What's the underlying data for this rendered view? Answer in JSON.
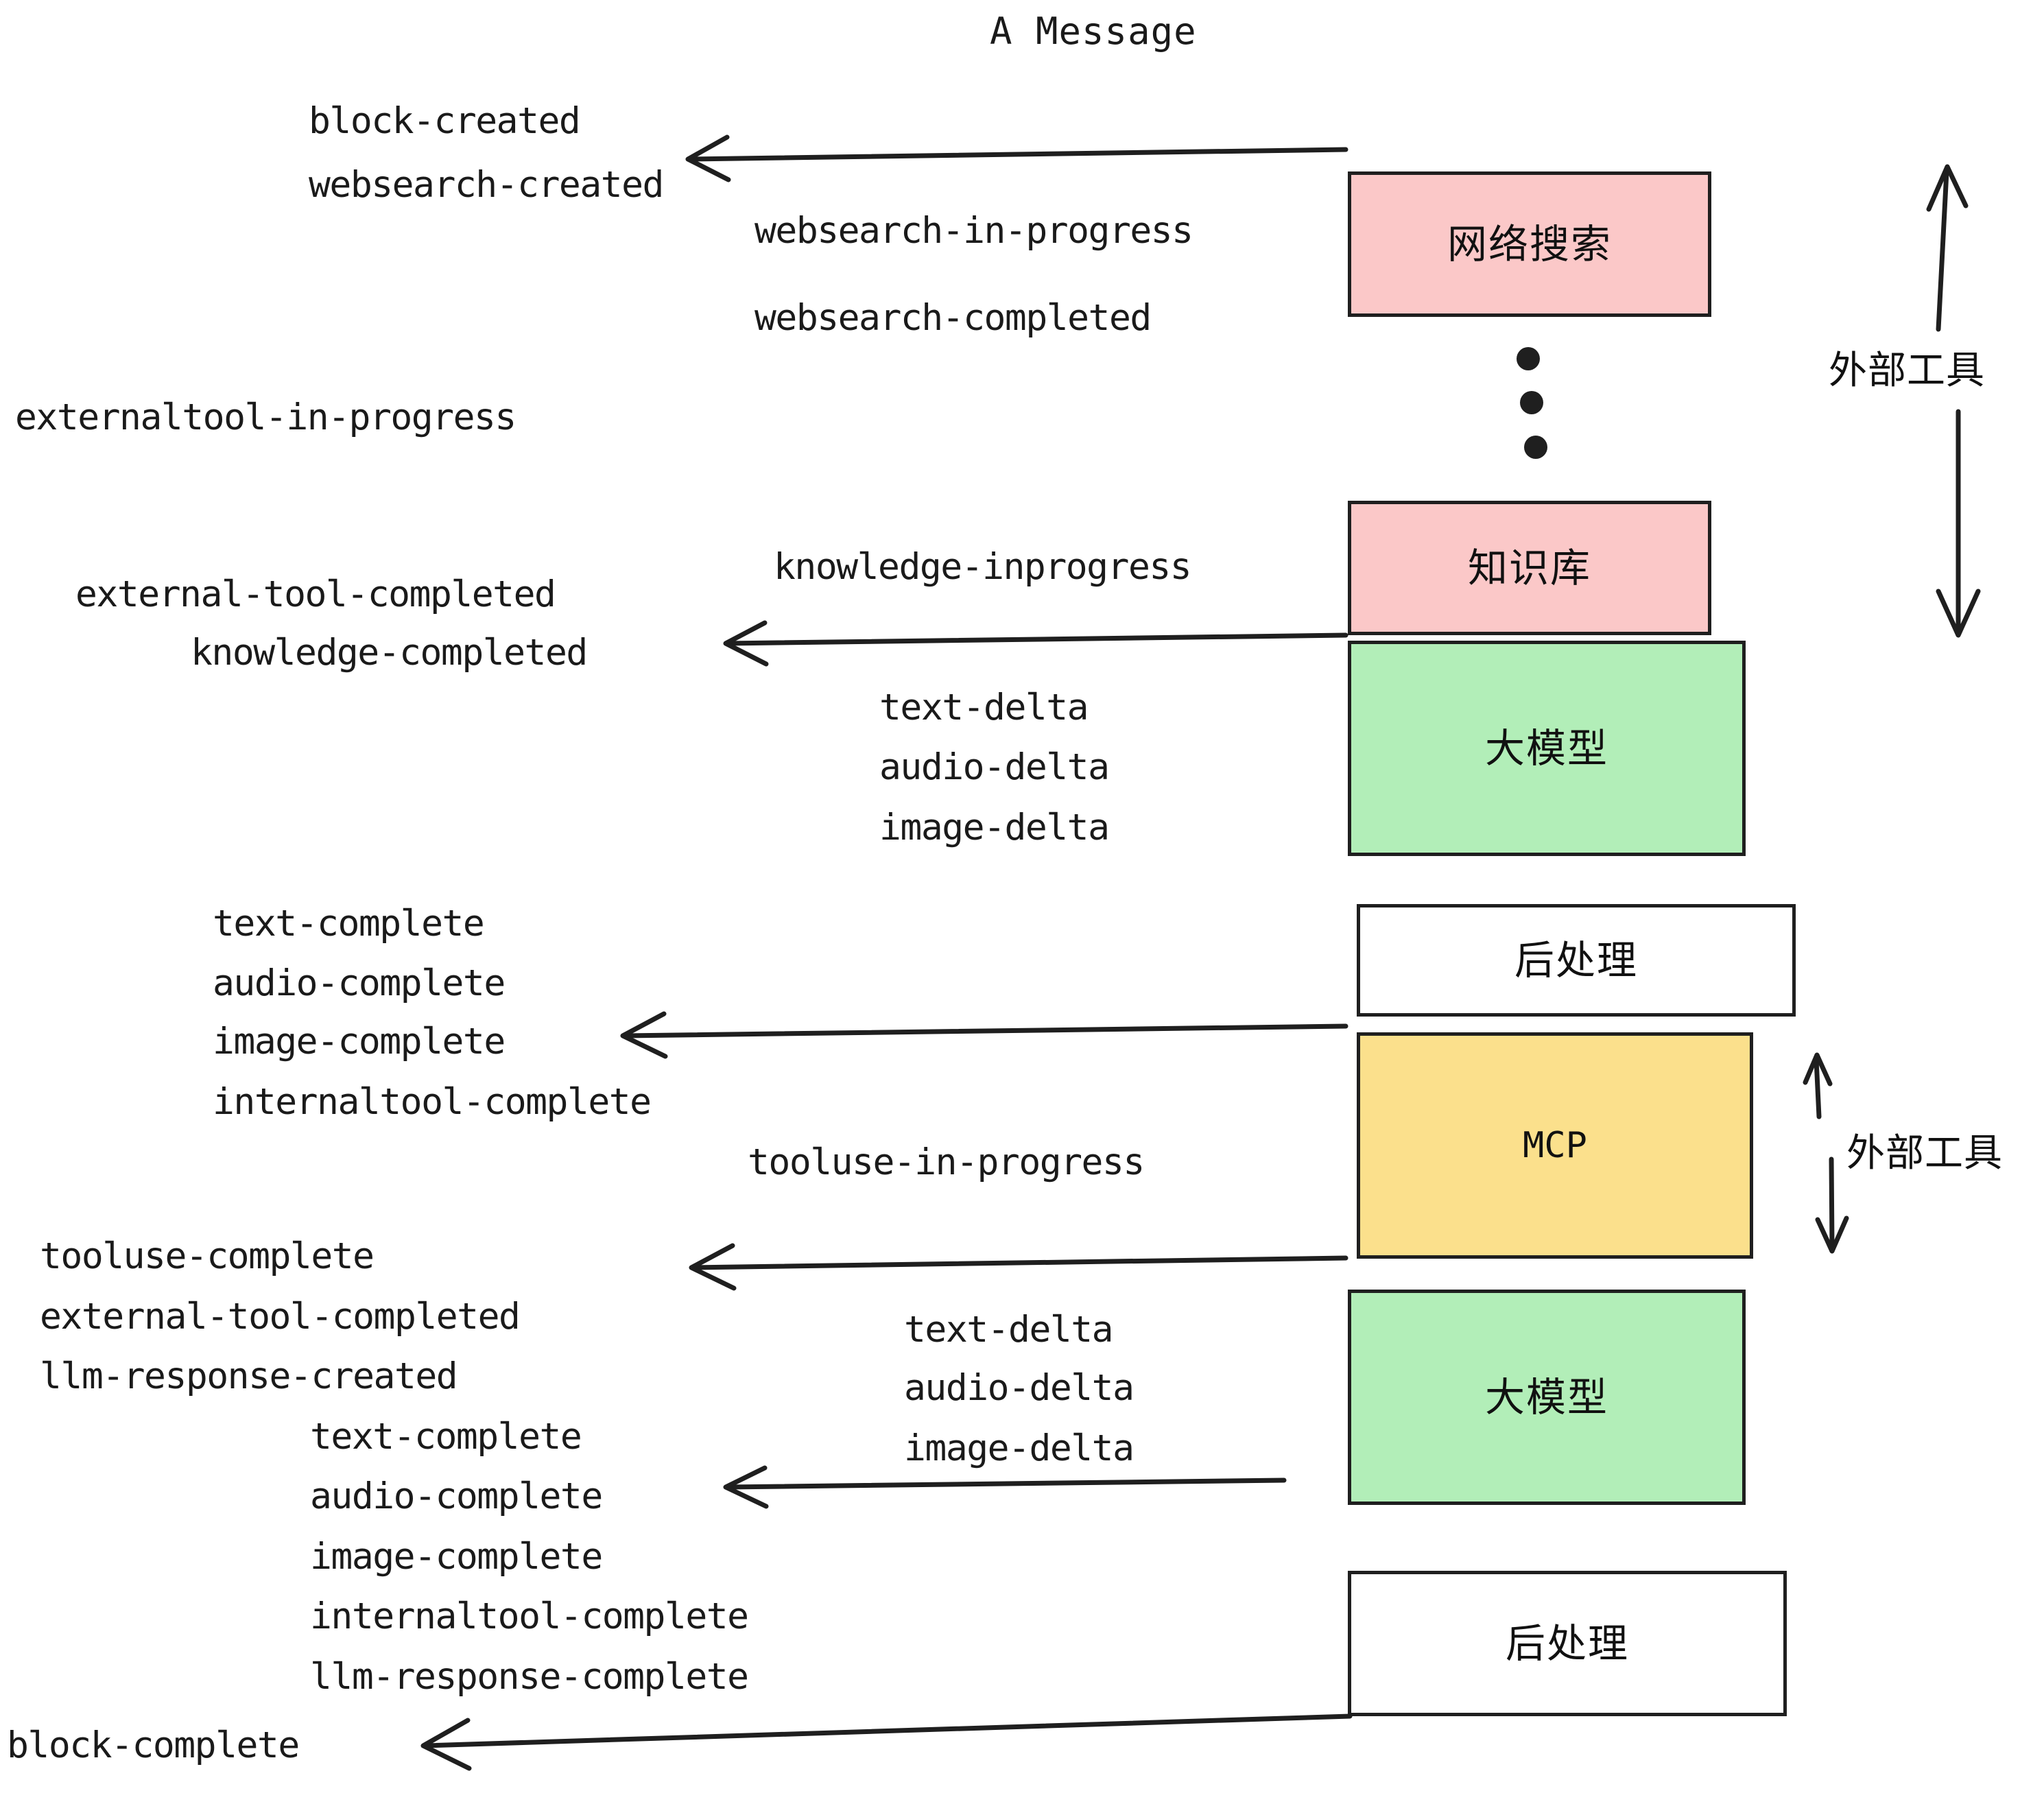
{
  "diagram": {
    "title": "A Message",
    "colors": {
      "external_tool_fill": "#fbc8c8",
      "llm_fill": "#b2eeb8",
      "mcp_fill": "#fbe08c",
      "postprocess_fill": "#ffffff",
      "stroke": "#1f1f1f",
      "text": "#1a1a1a",
      "background": "#ffffff"
    },
    "nodes": [
      {
        "id": "websearch",
        "label": "网络搜索",
        "fill": "#fbc8c8"
      },
      {
        "id": "knowledge",
        "label": "知识库",
        "fill": "#fbc8c8"
      },
      {
        "id": "llm1",
        "label": "大模型",
        "fill": "#b2eeb8"
      },
      {
        "id": "post1",
        "label": "后处理",
        "fill": "#ffffff"
      },
      {
        "id": "mcp",
        "label": "MCP",
        "fill": "#fbe08c"
      },
      {
        "id": "llm2",
        "label": "大模型",
        "fill": "#b2eeb8"
      },
      {
        "id": "post2",
        "label": "后处理",
        "fill": "#ffffff"
      }
    ],
    "group_labels": [
      {
        "id": "ext-tool-upper",
        "label": "外部工具"
      },
      {
        "id": "ext-tool-lower",
        "label": "外部工具"
      }
    ],
    "events": [
      {
        "id": "block-created",
        "label": "block-created"
      },
      {
        "id": "websearch-created",
        "label": "websearch-created"
      },
      {
        "id": "websearch-in-progress",
        "label": "websearch-in-progress"
      },
      {
        "id": "websearch-completed",
        "label": "websearch-completed"
      },
      {
        "id": "externaltool-in-progress",
        "label": "externaltool-in-progress"
      },
      {
        "id": "knowledge-inprogress",
        "label": "knowledge-inprogress"
      },
      {
        "id": "external-tool-completed-1",
        "label": "external-tool-completed"
      },
      {
        "id": "knowledge-completed",
        "label": "knowledge-completed"
      },
      {
        "id": "text-delta-1",
        "label": "text-delta"
      },
      {
        "id": "audio-delta-1",
        "label": "audio-delta"
      },
      {
        "id": "image-delta-1",
        "label": "image-delta"
      },
      {
        "id": "text-complete-1",
        "label": "text-complete"
      },
      {
        "id": "audio-complete-1",
        "label": "audio-complete"
      },
      {
        "id": "image-complete-1",
        "label": "image-complete"
      },
      {
        "id": "internaltool-complete-1",
        "label": "internaltool-complete"
      },
      {
        "id": "tooluse-in-progress",
        "label": "tooluse-in-progress"
      },
      {
        "id": "tooluse-complete",
        "label": "tooluse-complete"
      },
      {
        "id": "external-tool-completed-2",
        "label": "external-tool-completed"
      },
      {
        "id": "llm-response-created",
        "label": "llm-response-created"
      },
      {
        "id": "text-delta-2",
        "label": "text-delta"
      },
      {
        "id": "audio-delta-2",
        "label": "audio-delta"
      },
      {
        "id": "image-delta-2",
        "label": "image-delta"
      },
      {
        "id": "text-complete-2",
        "label": "text-complete"
      },
      {
        "id": "audio-complete-2",
        "label": "audio-complete"
      },
      {
        "id": "image-complete-2",
        "label": "image-complete"
      },
      {
        "id": "internaltool-complete-2",
        "label": "internaltool-complete"
      },
      {
        "id": "llm-response-complete",
        "label": "llm-response-complete"
      },
      {
        "id": "block-complete",
        "label": "block-complete"
      }
    ],
    "ellipsis": "⋮"
  }
}
